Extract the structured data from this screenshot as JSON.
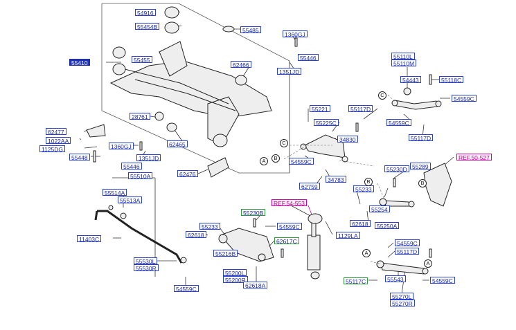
{
  "labels": [
    {
      "text": "54916",
      "style": "std"
    },
    {
      "text": "55454B",
      "style": "std"
    },
    {
      "text": "55485",
      "style": "std"
    },
    {
      "text": "55410",
      "style": "hl"
    },
    {
      "text": "55455",
      "style": "std"
    },
    {
      "text": "62466",
      "style": "std"
    },
    {
      "text": "1360GJ",
      "style": "std"
    },
    {
      "text": "55446",
      "style": "std"
    },
    {
      "text": "1351JD",
      "style": "std"
    },
    {
      "text": "55110L",
      "style": "std"
    },
    {
      "text": "55110M",
      "style": "std"
    },
    {
      "text": "54443",
      "style": "std"
    },
    {
      "text": "55118C",
      "style": "std"
    },
    {
      "text": "54559C",
      "style": "std"
    },
    {
      "text": "54559C",
      "style": "std"
    },
    {
      "text": "55117D",
      "style": "std"
    },
    {
      "text": "55221",
      "style": "std"
    },
    {
      "text": "55117D",
      "style": "std"
    },
    {
      "text": "55225C",
      "style": "std"
    },
    {
      "text": "34830",
      "style": "std"
    },
    {
      "text": "54559C",
      "style": "std"
    },
    {
      "text": "34783",
      "style": "std"
    },
    {
      "text": "62759",
      "style": "std"
    },
    {
      "text": "REF.50-527",
      "style": "ref"
    },
    {
      "text": "55230D",
      "style": "std"
    },
    {
      "text": "55289",
      "style": "std"
    },
    {
      "text": "55233",
      "style": "std"
    },
    {
      "text": "55254",
      "style": "std"
    },
    {
      "text": "62618",
      "style": "std"
    },
    {
      "text": "55250A",
      "style": "std"
    },
    {
      "text": "28761",
      "style": "std"
    },
    {
      "text": "62465",
      "style": "std"
    },
    {
      "text": "62477",
      "style": "std"
    },
    {
      "text": "1022AA",
      "style": "std"
    },
    {
      "text": "1125DG",
      "style": "std"
    },
    {
      "text": "55448",
      "style": "std"
    },
    {
      "text": "1360GJ",
      "style": "std"
    },
    {
      "text": "55446",
      "style": "std"
    },
    {
      "text": "1351JD",
      "style": "std"
    },
    {
      "text": "62476",
      "style": "std"
    },
    {
      "text": "55510A",
      "style": "std"
    },
    {
      "text": "55514A",
      "style": "std"
    },
    {
      "text": "55513A",
      "style": "std"
    },
    {
      "text": "11403C",
      "style": "std"
    },
    {
      "text": "55530L",
      "style": "std"
    },
    {
      "text": "55530R",
      "style": "std"
    },
    {
      "text": "54559C",
      "style": "std"
    },
    {
      "text": "REF.54-553",
      "style": "ref"
    },
    {
      "text": "55230B",
      "style": "grn"
    },
    {
      "text": "54559C",
      "style": "std"
    },
    {
      "text": "55233",
      "style": "std"
    },
    {
      "text": "62618",
      "style": "std"
    },
    {
      "text": "62617C",
      "style": "grn"
    },
    {
      "text": "1129LA",
      "style": "std"
    },
    {
      "text": "55216B",
      "style": "std"
    },
    {
      "text": "55200L",
      "style": "std"
    },
    {
      "text": "55200R",
      "style": "std"
    },
    {
      "text": "62618A",
      "style": "std"
    },
    {
      "text": "54559C",
      "style": "std"
    },
    {
      "text": "55117D",
      "style": "std"
    },
    {
      "text": "55117C",
      "style": "grn"
    },
    {
      "text": "55543",
      "style": "std"
    },
    {
      "text": "54559C",
      "style": "std"
    },
    {
      "text": "55270L",
      "style": "std"
    },
    {
      "text": "55270R",
      "style": "std"
    }
  ],
  "callouts": [
    "A",
    "B",
    "C",
    "C",
    "B",
    "A",
    "B",
    "A"
  ]
}
